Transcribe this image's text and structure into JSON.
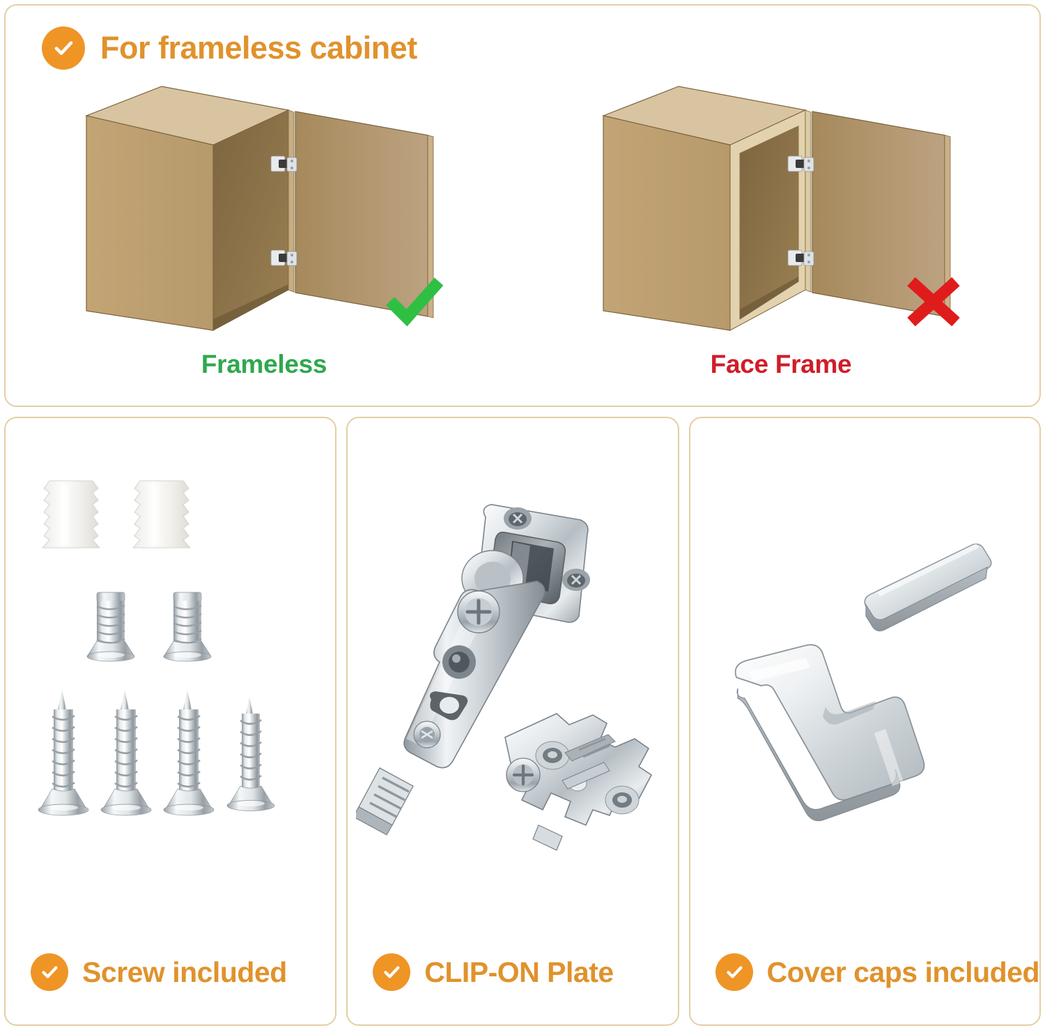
{
  "top_panel": {
    "badge_icon": "check-circle-icon",
    "heading": "For frameless cabinet",
    "accent_color": "#e0922c",
    "badge_color": "#ef9526",
    "figures": [
      {
        "name": "frameless-cabinet",
        "label": "Frameless",
        "label_color": "#2fa84f",
        "verdict_icon": "green-check-icon",
        "verdict": "approved",
        "has_face_frame": false,
        "hinge_count": 2
      },
      {
        "name": "face-frame-cabinet",
        "label": "Face Frame",
        "label_color": "#cf1d2a",
        "verdict_icon": "red-x-icon",
        "verdict": "rejected",
        "has_face_frame": true,
        "hinge_count": 2
      }
    ]
  },
  "bottom_panels": [
    {
      "name": "screws-panel",
      "badge_icon": "check-circle-icon",
      "label": "Screw included",
      "contents": {
        "plastic_dowels": 2,
        "short_machine_screws": 2,
        "long_wood_screws": 4
      }
    },
    {
      "name": "clip-on-plate-panel",
      "badge_icon": "check-circle-icon",
      "label": "CLIP-ON Plate",
      "contents": {
        "hinge_arm": 1,
        "mounting_plate": 1
      }
    },
    {
      "name": "cover-caps-panel",
      "badge_icon": "check-circle-icon",
      "label": "Cover caps included",
      "contents": {
        "bar_cap": 1,
        "bracket_cap": 1
      }
    }
  ],
  "colors": {
    "panel_border": "#e3cfa4",
    "cabinet_side": "#bc9e6e",
    "cabinet_top": "#d8c4a0",
    "cabinet_interior": "#8a7046",
    "cabinet_door": "#a88c5e",
    "face_frame": "#e2d2ad",
    "chrome_light": "#f2f4f5",
    "chrome_mid": "#c3c9cd",
    "chrome_dark": "#7f8a91"
  }
}
